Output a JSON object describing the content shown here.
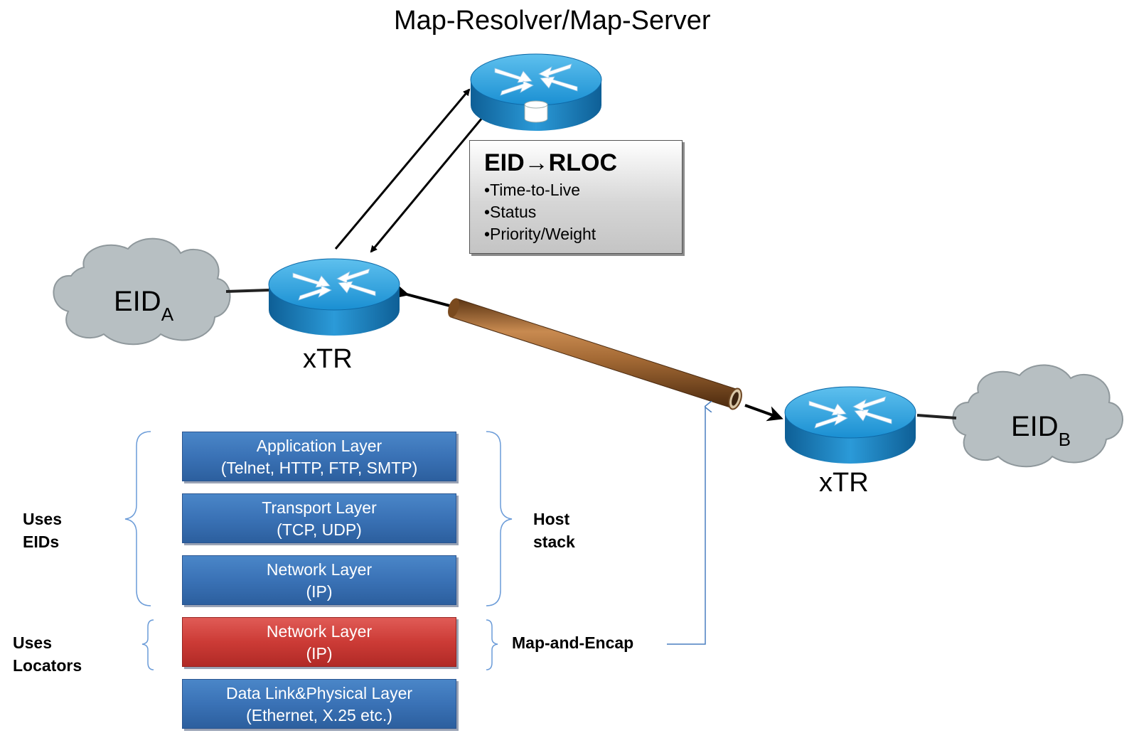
{
  "title": "Map-Resolver/Map-Server",
  "mapping_box": {
    "heading": "EID→RLOC",
    "items": [
      "•Time-to-Live",
      "•Status",
      "•Priority/Weight"
    ]
  },
  "left_site": {
    "eid_base": "EID",
    "eid_sub": "A",
    "router_label": "xTR"
  },
  "right_site": {
    "eid_base": "EID",
    "eid_sub": "B",
    "router_label": "xTR"
  },
  "stack": {
    "layers": [
      {
        "line1": "Application Layer",
        "line2": "(Telnet, HTTP, FTP, SMTP)",
        "color": "#3a72b6"
      },
      {
        "line1": "Transport Layer",
        "line2": "(TCP, UDP)",
        "color": "#3a72b6"
      },
      {
        "line1": "Network Layer",
        "line2": "(IP)",
        "color": "#3a72b6"
      },
      {
        "line1": "Network Layer",
        "line2": "(IP)",
        "color": "#cc3b36"
      },
      {
        "line1": "Data Link&Physical Layer",
        "line2": "(Ethernet, X.25 etc.)",
        "color": "#3a72b6"
      }
    ],
    "uses_eids": [
      "Uses",
      "EIDs"
    ],
    "uses_locators": [
      "Uses",
      "Locators"
    ],
    "host_stack": [
      "Host",
      "stack"
    ],
    "map_and_encap": "Map-and-Encap"
  },
  "colors": {
    "router": "#1e8fd4",
    "cloud": "#b5bdbf",
    "tunnel": "#8a5a2a",
    "connector": "#4a7fc0"
  }
}
